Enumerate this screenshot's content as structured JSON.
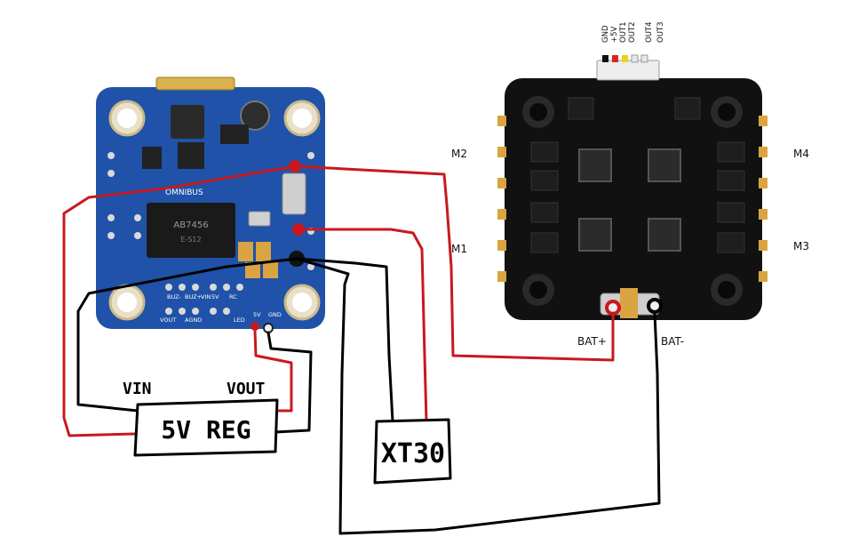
{
  "colors": {
    "fc_board": "#1f52a8",
    "fc_board_dark": "#173f85",
    "esc_board": "#111111",
    "wire_red": "#c8191e",
    "wire_black": "#000000",
    "pad_gold": "#d9a441"
  },
  "fc_board": {
    "brand": "OMNIBUS",
    "chip_text": "AB7456",
    "chip_sub": "E-S12",
    "pad_labels": [
      "BUZ-",
      "BUZ+",
      "VIN",
      "VOUT",
      "AGND",
      "5V",
      "RC",
      "LED",
      "5V",
      "GND"
    ]
  },
  "esc_board": {
    "connector_pins": [
      "GND",
      "+5V",
      "OUT1",
      "OUT2",
      "OUT4",
      "OUT3"
    ],
    "motor_labels": {
      "m1": "M1",
      "m2": "M2",
      "m3": "M3",
      "m4": "M4"
    },
    "battery_labels": {
      "positive": "BAT+",
      "negative": "BAT-"
    }
  },
  "regulator": {
    "label": "5V REG",
    "vin_label": "VIN",
    "vout_label": "VOUT"
  },
  "connector": {
    "label": "XT30"
  }
}
